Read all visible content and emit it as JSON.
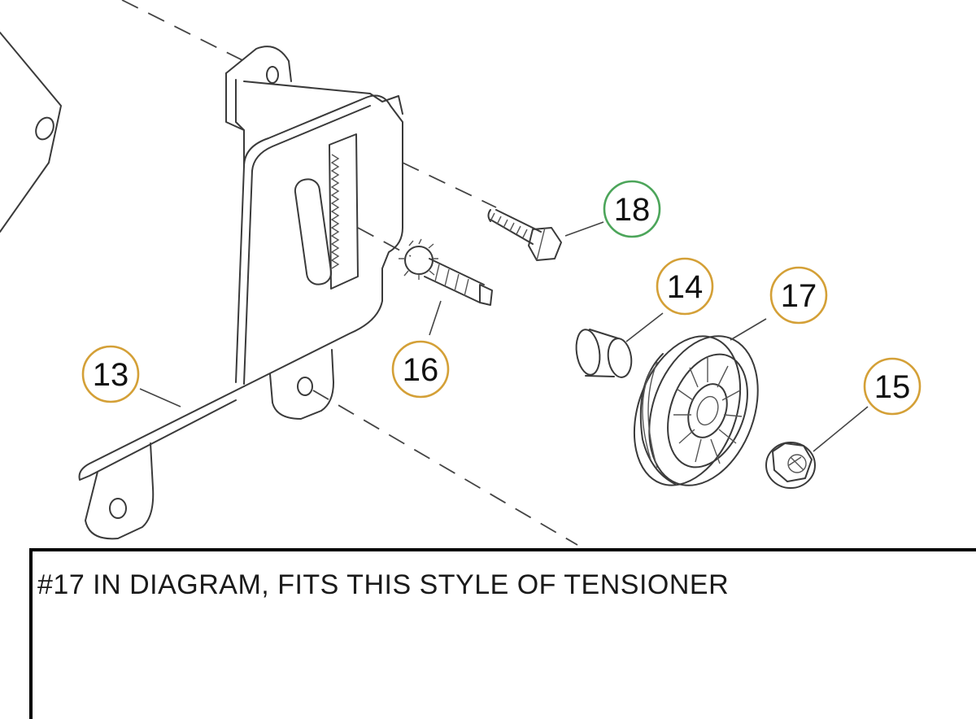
{
  "callouts": [
    {
      "id": "13",
      "label": "13",
      "color": "#d4a037"
    },
    {
      "id": "14",
      "label": "14",
      "color": "#d4a037"
    },
    {
      "id": "15",
      "label": "15",
      "color": "#d4a037"
    },
    {
      "id": "16",
      "label": "16",
      "color": "#d4a037"
    },
    {
      "id": "17",
      "label": "17",
      "color": "#d4a037"
    },
    {
      "id": "18",
      "label": "18",
      "color": "#4ca55a"
    }
  ],
  "caption": {
    "text": "#17 IN DIAGRAM, FITS THIS STYLE OF TENSIONER"
  }
}
